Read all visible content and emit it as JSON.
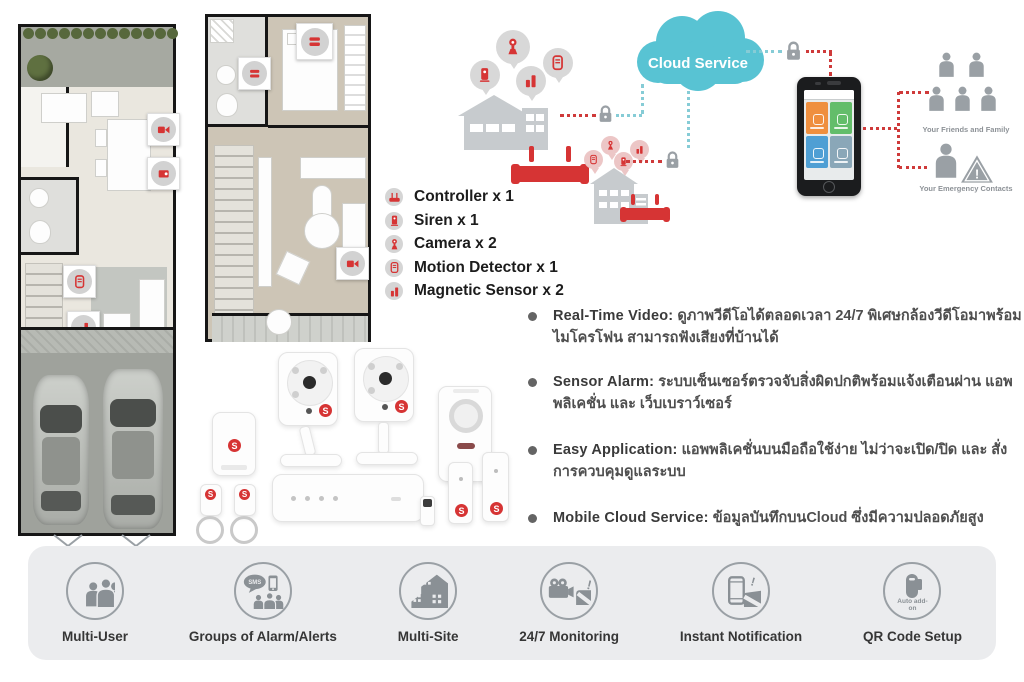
{
  "palette": {
    "red": "#d63434",
    "teal": "#58c3d3",
    "icon_gray": "#9aa0a5",
    "bar_bg": "#ebecee"
  },
  "device_list": {
    "items": [
      {
        "icon": "controller-icon",
        "label": "Controller x 1"
      },
      {
        "icon": "siren-icon",
        "label": "Siren x 1"
      },
      {
        "icon": "camera-icon",
        "label": "Camera x 2"
      },
      {
        "icon": "motion-detector-icon",
        "label": "Motion Detector x 1"
      },
      {
        "icon": "magnetic-sensor-icon",
        "label": "Magnetic Sensor x 2"
      }
    ]
  },
  "cloud_diagram": {
    "cloud_label": "Cloud Service",
    "friends_label": "Your Friends and Family",
    "emergency_label": "Your Emergency Contacts"
  },
  "features": [
    {
      "title": "Real-Time Video:",
      "text": "ดูภาพวีดีโอได้ตลอดเวลา 24/7 พิเศษกล้องวีดีโอมาพร้อมไมโครโฟน สามารถฟังเสียงที่บ้านได้"
    },
    {
      "title": "Sensor Alarm:",
      "text": "ระบบเซ็นเซอร์ตรวจจับสิ่งผิดปกติพร้อมแจ้งเตือนผ่าน แอพพลิเคชั่น และ เว็บเบราว์เซอร์"
    },
    {
      "title": "Easy Application:",
      "text": "แอพพลิเคชั่นบนมือถือใช้ง่าย ไม่ว่าจะเปิด/ปิด และ สั่งการควบคุมดูแลระบบ"
    },
    {
      "title": "Mobile Cloud Service:",
      "text": "ข้อมูลบันทึกบนCloud ซึ่งมีความปลอดภัยสูง"
    }
  ],
  "products": {
    "logo_letter": "S"
  },
  "bottom_bar": {
    "items": [
      {
        "icon": "multi-user-icon",
        "label": "Multi-User"
      },
      {
        "icon": "groups-alarm-icon",
        "label": "Groups of Alarm/Alerts",
        "bubble_text": "SMS"
      },
      {
        "icon": "multi-site-icon",
        "label": "Multi-Site"
      },
      {
        "icon": "monitoring-icon",
        "label": "24/7 Monitoring"
      },
      {
        "icon": "instant-notification-icon",
        "label": "Instant Notification"
      },
      {
        "icon": "qr-setup-icon",
        "label": "QR Code Setup",
        "inner_text": "Auto add-on"
      }
    ]
  }
}
